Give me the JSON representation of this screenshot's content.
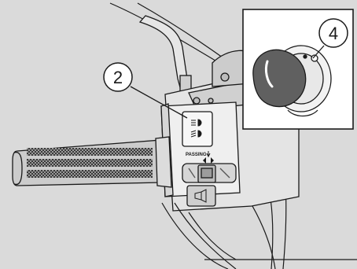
{
  "callouts": {
    "switch_number": "2",
    "ignition_number": "4"
  },
  "switch_panel": {
    "passing_label": "PASSING",
    "high_beam_icon": "high-beam-headlight-icon",
    "low_beam_icon": "low-beam-headlight-icon",
    "turn_signal_icon": "turn-signal-arrows-icon",
    "horn_icon": "horn-icon"
  },
  "colors": {
    "background": "#dadada",
    "line": "#1a1a1a",
    "inset_bg": "#ffffff",
    "key_head": "#606060",
    "callout_fill": "#ffffff"
  }
}
